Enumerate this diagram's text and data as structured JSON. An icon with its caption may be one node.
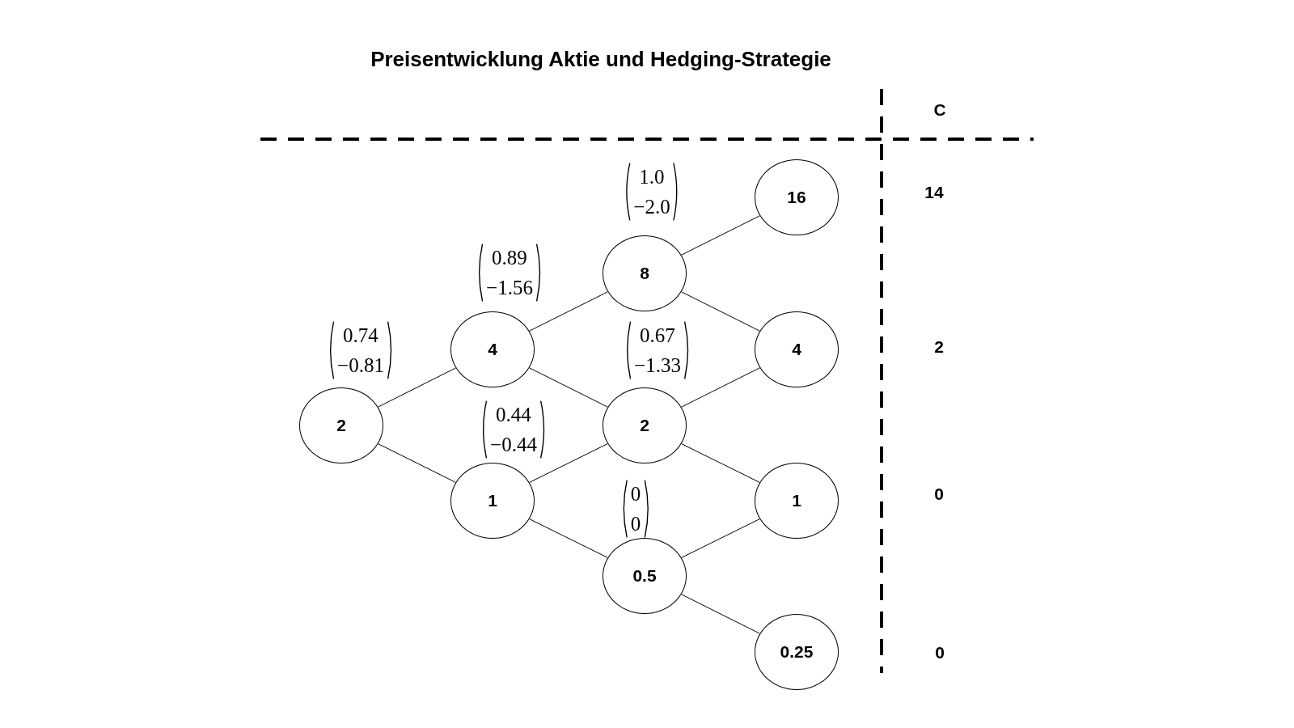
{
  "diagram": {
    "title": "Preisentwicklung Aktie und Hedging-Strategie",
    "nodes": [
      {
        "text": [
          "2"
        ],
        "beside": [
          "0.74",
          "−0.81"
        ]
      },
      {
        "text": [
          "4"
        ],
        "beside": [
          "0.89",
          "−1.56"
        ]
      },
      {
        "text": [
          "1"
        ],
        "beside": [
          "0.44",
          "−0.44"
        ]
      },
      {
        "text": [
          "8"
        ],
        "beside": [
          "1.0",
          "−2.0"
        ]
      },
      {
        "text": [
          "2"
        ],
        "beside": [
          "0.67",
          "−1.33"
        ]
      },
      {
        "text": [
          "0.5"
        ],
        "beside": [
          "0",
          "0"
        ]
      },
      {
        "text": [
          "16"
        ]
      },
      {
        "text": [
          "4"
        ]
      },
      {
        "text": [
          "1"
        ]
      },
      {
        "text": [
          "0.25"
        ]
      }
    ],
    "edges": [
      {
        "from": 0,
        "to": 1,
        "arrow": "none"
      },
      {
        "from": 0,
        "to": 2,
        "arrow": "none"
      },
      {
        "from": 1,
        "to": 3,
        "arrow": "none"
      },
      {
        "from": 1,
        "to": 4,
        "arrow": "none"
      },
      {
        "from": 2,
        "to": 4,
        "arrow": "none"
      },
      {
        "from": 2,
        "to": 5,
        "arrow": "none"
      },
      {
        "from": 3,
        "to": 6,
        "arrow": "none"
      },
      {
        "from": 3,
        "to": 7,
        "arrow": "none"
      },
      {
        "from": 4,
        "to": 7,
        "arrow": "none"
      },
      {
        "from": 4,
        "to": 8,
        "arrow": "none"
      },
      {
        "from": 5,
        "to": 8,
        "arrow": "none"
      },
      {
        "from": 5,
        "to": 9,
        "arrow": "none"
      }
    ],
    "labels": [
      "C",
      "14",
      "2",
      "0",
      "0"
    ]
  }
}
